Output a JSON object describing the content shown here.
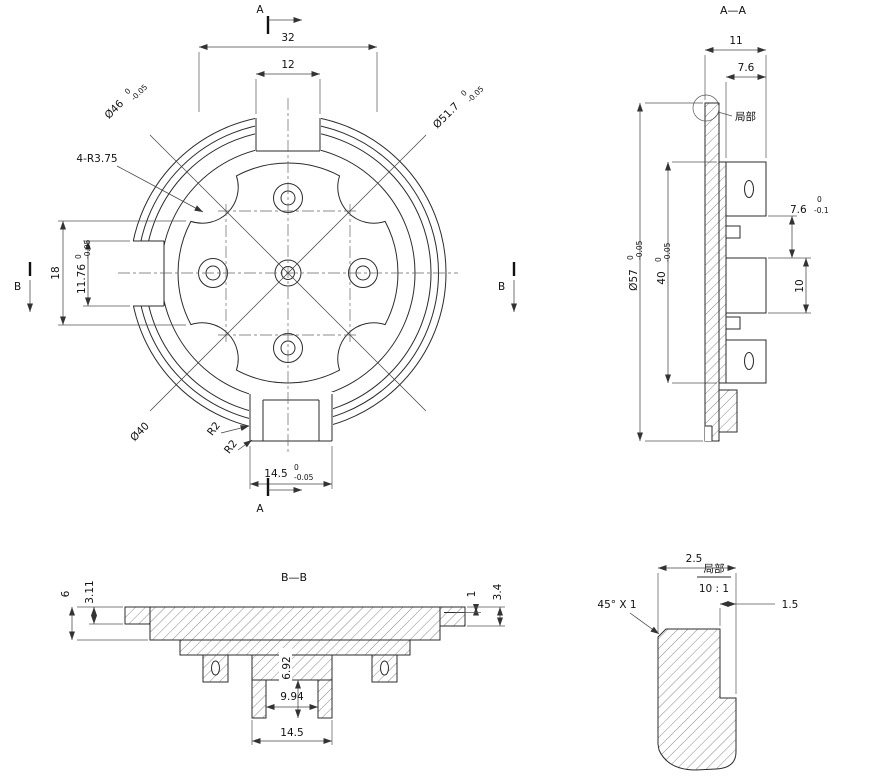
{
  "front": {
    "a_top": "A",
    "a_bottom": "A",
    "b_left": "B",
    "b_right": "B",
    "dim_32": "32",
    "dim_12": "12",
    "dim_18": "18",
    "dim_11_76": "11.76",
    "dim_11_76_tol_up": "0",
    "dim_11_76_tol_low": "-0.05",
    "dia_46": "Ø46",
    "dia_46_tol_up": "0",
    "dia_46_tol_low": "-0.05",
    "dia_51_7": "Ø51.7",
    "dia_51_7_tol_up": "0",
    "dia_51_7_tol_low": "-0.05",
    "radius_note": "4-R3.75",
    "dia_40": "Ø40",
    "r2_a": "R2",
    "r2_b": "R2",
    "dim_14_5": "14.5",
    "dim_14_5_tol_up": "0",
    "dim_14_5_tol_low": "-0.05"
  },
  "section_aa": {
    "title": "A—A",
    "dim_11": "11",
    "dim_7_6_top": "7.6",
    "detail_callout": "局部",
    "dia_57": "Ø57",
    "dia_57_tol_up": "0",
    "dia_57_tol_low": "-0.05",
    "dim_40": "40",
    "dim_40_tol_up": "0",
    "dim_40_tol_low": "-0.05",
    "dim_7_6_right": "7.6",
    "dim_7_6_right_tol_up": "0",
    "dim_7_6_right_tol_low": "-0.1",
    "dim_10": "10"
  },
  "section_bb": {
    "title": "B—B",
    "dim_6": "6",
    "dim_3_11": "3.11",
    "dim_1": "1",
    "dim_3_4": "3.4",
    "dim_6_92": "6.92",
    "dim_9_94": "9.94",
    "dim_14_5": "14.5"
  },
  "detail": {
    "title": "局部",
    "scale": "10 : 1",
    "dim_2_5": "2.5",
    "dim_1_5": "1.5",
    "chamfer": "45° X 1"
  }
}
